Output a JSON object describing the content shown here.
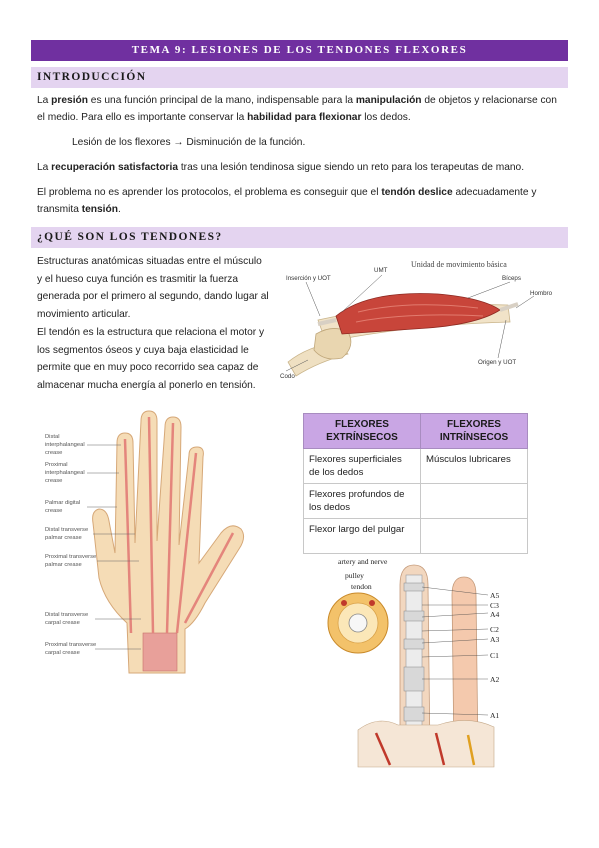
{
  "title": "TEMA 9: LESIONES DE LOS TENDONES FLEXORES",
  "intro": {
    "heading": "INTRODUCCIÓN",
    "p1": {
      "a": "La ",
      "b1": "presión",
      "c": " es una función principal de la mano, indispensable para la ",
      "b2": "manipulación",
      "d": " de objetos y relacionarse con el medio. Para ello es importante conservar la ",
      "b3": "habilidad para flexionar",
      "e": " los dedos."
    },
    "p2": "Lesión de los flexores → Disminución de la función.",
    "p3": {
      "a": "La ",
      "b1": "recuperación satisfactoria",
      "c": " tras una lesión tendinosa sigue siendo un reto para los terapeutas de mano."
    },
    "p4": {
      "a": "El problema no es aprender los protocolos, el problema es conseguir que el ",
      "b1": "tendón deslice",
      "c": " adecuadamente y transmita ",
      "b2": "tensión",
      "d": "."
    }
  },
  "tendons": {
    "heading": "¿QUÉ SON LOS TENDONES?",
    "p1": "Estructuras anatómicas situadas entre el músculo y el hueso cuya función es trasmitir la fuerza generada por el primero al segundo, dando lugar al movimiento articular.",
    "p2": "El tendón es la estructura que relaciona el motor y los segmentos óseos y cuya baja elasticidad le permite que en muy poco recorrido sea capaz de almacenar mucha energía al ponerlo en tensión."
  },
  "muscle_figure": {
    "title": "Unidad de movimiento básica",
    "labels": {
      "umt": "UMT",
      "insercion": "Inserción y UOT",
      "biceps": "Bíceps",
      "hombro": "Hombro",
      "codo": "Codo",
      "origen": "Origen y UOT"
    }
  },
  "hand_figure": {
    "labels": [
      "Distal",
      "interphalangeal",
      "crease",
      "Proximal",
      "interphalangeal",
      "crease",
      "Palmar digital",
      "crease",
      "Distal transverse",
      "palmar crease",
      "Proximal transverse",
      "palmar crease",
      "Distal transverse",
      "carpal crease",
      "Proximal transverse",
      "carpal crease"
    ]
  },
  "table": {
    "headers": [
      "FLEXORES EXTRÍNSECOS",
      "FLEXORES INTRÍNSECOS"
    ],
    "rows": [
      [
        "Flexores superficiales de los dedos",
        "Músculos lubricares"
      ],
      [
        "Flexores profundos de los dedos",
        ""
      ],
      [
        "Flexor largo del pulgar",
        ""
      ]
    ]
  },
  "finger_figure": {
    "labels": {
      "artery": "artery and nerve",
      "pulley": "pulley",
      "tendon": "tendon",
      "a5": "A5",
      "c3": "C3",
      "a4": "A4",
      "c2": "C2",
      "a3": "A3",
      "c1": "C1",
      "a2": "A2",
      "a1": "A1"
    }
  },
  "colors": {
    "title_bar": "#7030a0",
    "section_bar": "#e4d4f0",
    "table_header": "#c9a6e4"
  }
}
